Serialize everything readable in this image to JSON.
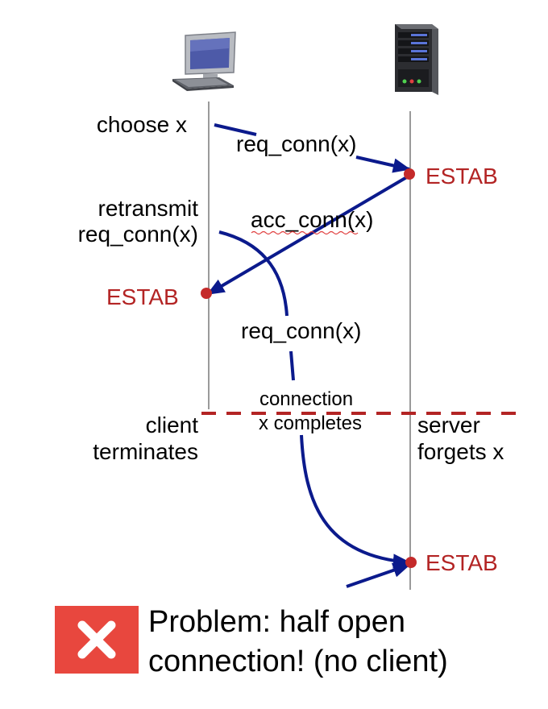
{
  "colors": {
    "arrow": "#0b1a8c",
    "estab": "#b32424",
    "timeline": "#9a9a9a",
    "divider": "#b32424",
    "problem_box": "#e8473e"
  },
  "icons": {
    "client": "desktop-computer-icon",
    "server": "server-tower-icon",
    "problem": "x-mark-icon"
  },
  "client": {
    "choose": "choose x",
    "retransmit_line1": "retransmit",
    "retransmit_line2": "req_conn(x)",
    "estab": "ESTAB",
    "terminates_line1": "client",
    "terminates_line2": "terminates"
  },
  "messages": {
    "req1": "req_conn(x)",
    "acc": "acc_conn(x)",
    "req2": "req_conn(x)",
    "completes_line1": "connection",
    "completes_line2": "x completes"
  },
  "server": {
    "estab1": "ESTAB",
    "estab2": "ESTAB",
    "forgets_line1": "server",
    "forgets_line2": "forgets x"
  },
  "problem": {
    "line1": "Problem: half open",
    "line2": "connection! (no client)"
  }
}
